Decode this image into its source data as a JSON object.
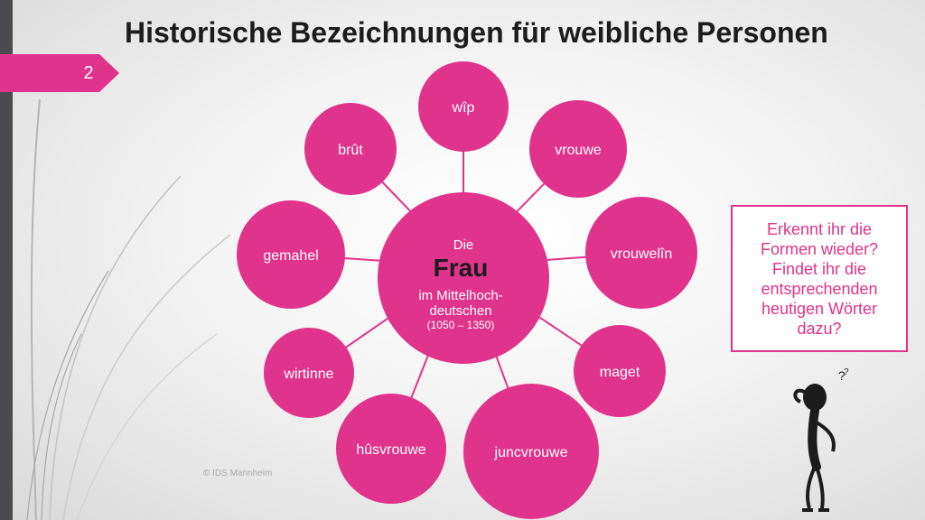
{
  "slide": {
    "title": "Historische Bezeichnungen für weibliche Personen",
    "page_number": "2",
    "accent_color": "#e0338b",
    "copyright": "© IDS Mannheim"
  },
  "diagram": {
    "center": {
      "line1": "Die",
      "line2": "Frau",
      "line3": "im Mittelhoch-",
      "line4": "deutschen",
      "line5": "(1050 – 1350)"
    },
    "nodes": [
      {
        "id": "wip",
        "label": "wîp"
      },
      {
        "id": "vrouwe",
        "label": "vrouwe"
      },
      {
        "id": "vrouwelin",
        "label": "vrouwelîn"
      },
      {
        "id": "maget",
        "label": "maget"
      },
      {
        "id": "juncvrouwe",
        "label": "juncvrouwe"
      },
      {
        "id": "husvrouwe",
        "label": "hûsvrouwe"
      },
      {
        "id": "wirtinne",
        "label": "wirtinne"
      },
      {
        "id": "gemahel",
        "label": "gemahel"
      },
      {
        "id": "brut",
        "label": "brût"
      }
    ]
  },
  "question": {
    "text": "Erkennt ihr die Formen wieder? Findet ihr die entsprechenden heutigen Wörter dazu?"
  },
  "figure": {
    "icon": "thinking-stick-figure-icon",
    "marks": "?"
  }
}
